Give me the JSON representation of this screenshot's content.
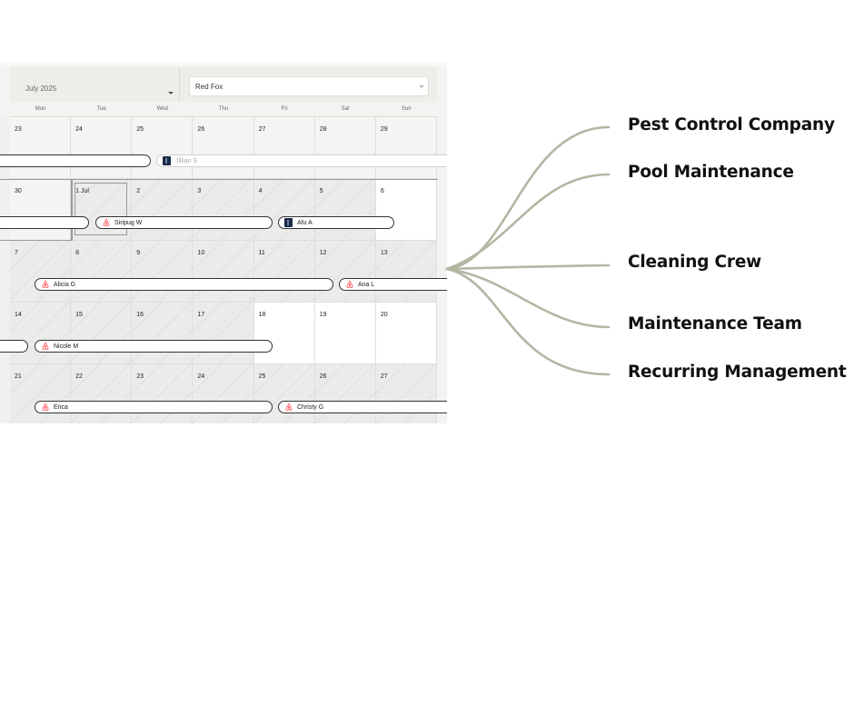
{
  "calendar": {
    "month": "July 2025",
    "property": "Red Fox",
    "weekdays": [
      "Mon",
      "Tue",
      "Wed",
      "Thu",
      "Fri",
      "Sat",
      "Sun"
    ],
    "weeks": [
      [
        "23",
        "24",
        "25",
        "26",
        "27",
        "28",
        "29"
      ],
      [
        "30",
        "1 Jul",
        "2",
        "3",
        "4",
        "5",
        "6"
      ],
      [
        "7",
        "8",
        "9",
        "10",
        "11",
        "12",
        "13"
      ],
      [
        "14",
        "15",
        "16",
        "17",
        "18",
        "19",
        "20"
      ],
      [
        "21",
        "22",
        "23",
        "24",
        "25",
        "26",
        "27"
      ]
    ],
    "bookings": {
      "jillian": "Jillian S",
      "siripug": "Siripug W",
      "afu": "Afu A",
      "alicia": "Alicia G",
      "ana": "Ana L",
      "nicole": "Nicole M",
      "erica": "Erica",
      "christy": "Christy G"
    }
  },
  "categories": [
    "Pest Control Company",
    "Pool Maintenance",
    "Cleaning Crew",
    "Maintenance Team",
    "Recurring Management"
  ],
  "colors": {
    "connector": "#b5b5a3",
    "airbnb": "#ff5a5f",
    "booking_icon": "#1b2a4a"
  }
}
